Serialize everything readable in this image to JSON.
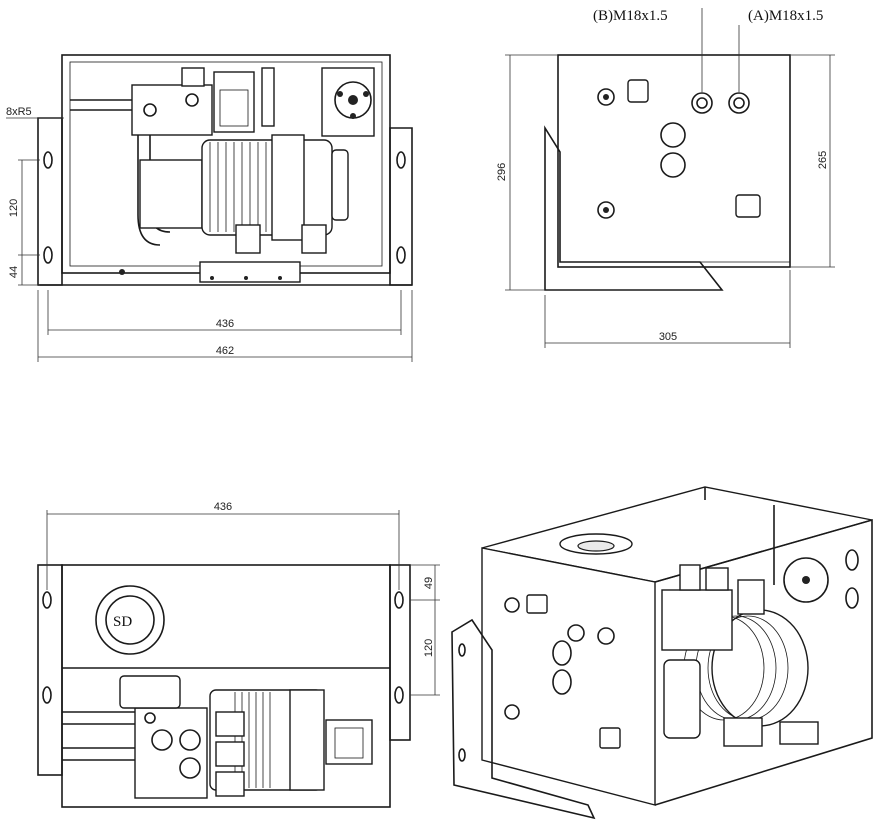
{
  "views": {
    "front": {
      "dims": {
        "hole_note": "8xR5",
        "spacing_vertical": "120",
        "bottom_offset": "44",
        "inner_width": "436",
        "overall_width": "462"
      }
    },
    "side": {
      "ports": {
        "port_b": "(B)M18x1.5",
        "port_a": "(A)M18x1.5"
      },
      "dims": {
        "overall_height": "296",
        "inner_height": "265",
        "depth": "305"
      }
    },
    "top": {
      "tank_cap_label": "SD",
      "dims": {
        "width": "436",
        "offset": "49",
        "spacing": "120"
      }
    }
  },
  "colors": {
    "line": "#1a1a1a",
    "background": "#ffffff"
  }
}
